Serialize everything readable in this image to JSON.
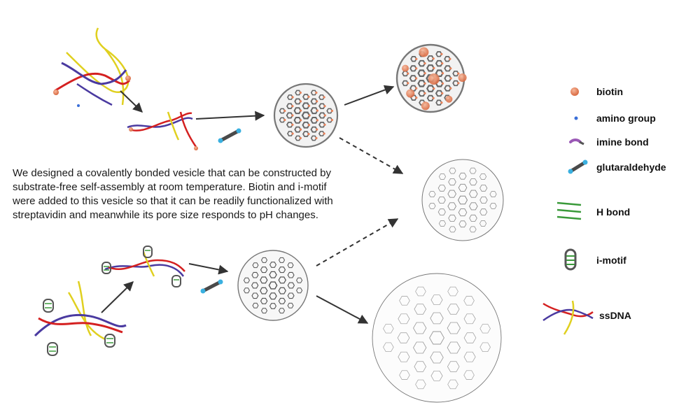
{
  "description": "We designed a covalently bonded vesicle that can be constructed by substrate-free self-assembly at room temperature. Biotin and i-motif were added to this vesicle  so that it can be readily functionalized with streptavidin and meanwhile its pore size responds to pH changes.",
  "legend": {
    "biotin": "biotin",
    "amino_group": "amino group",
    "imine_bond": "imine bond",
    "glutaraldehyde": "glutaraldehyde",
    "h_bond": "H bond",
    "i_motif": "i-motif",
    "ssdna": "ssDNA"
  },
  "colors": {
    "biotin": "#e8825a",
    "amino": "#3a6fd8",
    "imine": "#9b59b6",
    "glutaraldehyde": "#4a4a4a",
    "glutaraldehyde_tip": "#3ab0e0",
    "hbond": "#3a9a3a",
    "strand_red": "#d42020",
    "strand_blue": "#4a3aa0",
    "strand_yellow": "#e0d020",
    "cage": "#777777"
  }
}
